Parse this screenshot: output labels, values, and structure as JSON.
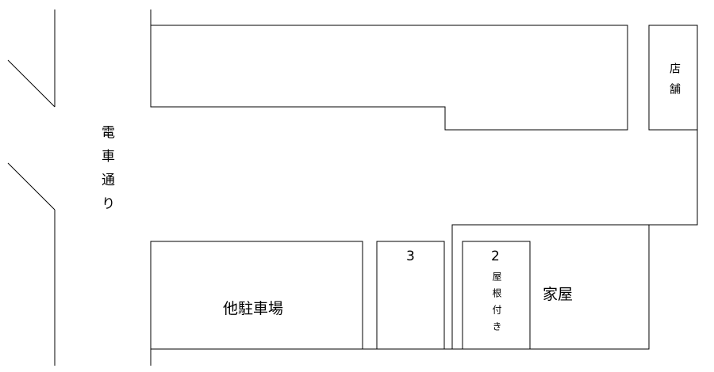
{
  "labels": {
    "street": "電車通り",
    "shop": "店舗",
    "other_parking": "他駐車場",
    "space3": "3",
    "space2": "2",
    "space2_note": "屋根付き",
    "house": "家屋"
  }
}
